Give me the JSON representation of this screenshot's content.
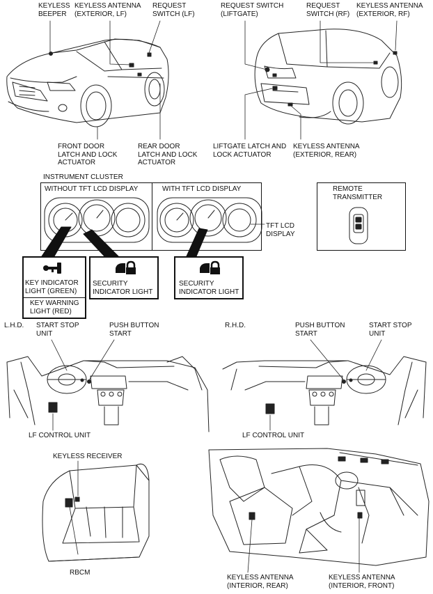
{
  "labels": {
    "keyless_beeper": "KEYLESS\nBEEPER",
    "ant_ext_lf": "KEYLESS ANTENNA\n(EXTERIOR, LF)",
    "req_switch_lf": "REQUEST\nSWITCH (LF)",
    "req_switch_liftgate": "REQUEST SWITCH\n(LIFTGATE)",
    "req_switch_rf": "REQUEST\nSWITCH (RF)",
    "ant_ext_rf": "KEYLESS ANTENNA\n(EXTERIOR, RF)",
    "front_door_latch": "FRONT DOOR\nLATCH AND LOCK\nACTUATOR",
    "rear_door_latch": "REAR DOOR\nLATCH AND LOCK\nACTUATOR",
    "liftgate_latch": "LIFTGATE LATCH AND\nLOCK ACTUATOR",
    "ant_ext_rear": "KEYLESS ANTENNA\n(EXTERIOR, REAR)",
    "instrument_cluster": "INSTRUMENT CLUSTER",
    "without_tft": "WITHOUT TFT LCD DISPLAY",
    "with_tft": "WITH TFT LCD DISPLAY",
    "tft_display": "TFT LCD\nDISPLAY",
    "remote_transmitter": "REMOTE\nTRANSMITTER",
    "key_indicator": "KEY INDICATOR\nLIGHT (GREEN)",
    "key_warning": "KEY WARNING\nLIGHT (RED)",
    "security_1": "SECURITY\nINDICATOR LIGHT",
    "security_2": "SECURITY\nINDICATOR LIGHT",
    "lhd": "L.H.D.",
    "rhd": "R.H.D.",
    "start_stop_l": "START STOP\nUNIT",
    "push_button_l": "PUSH BUTTON\nSTART",
    "push_button_r": "PUSH BUTTON\nSTART",
    "start_stop_r": "START STOP\nUNIT",
    "lf_control_l": "LF CONTROL UNIT",
    "lf_control_r": "LF CONTROL UNIT",
    "keyless_receiver": "KEYLESS RECEIVER",
    "rbcm": "RBCM",
    "ant_int_rear": "KEYLESS ANTENNA\n(INTERIOR, REAR)",
    "ant_int_front": "KEYLESS ANTENNA\n(INTERIOR, FRONT)"
  }
}
